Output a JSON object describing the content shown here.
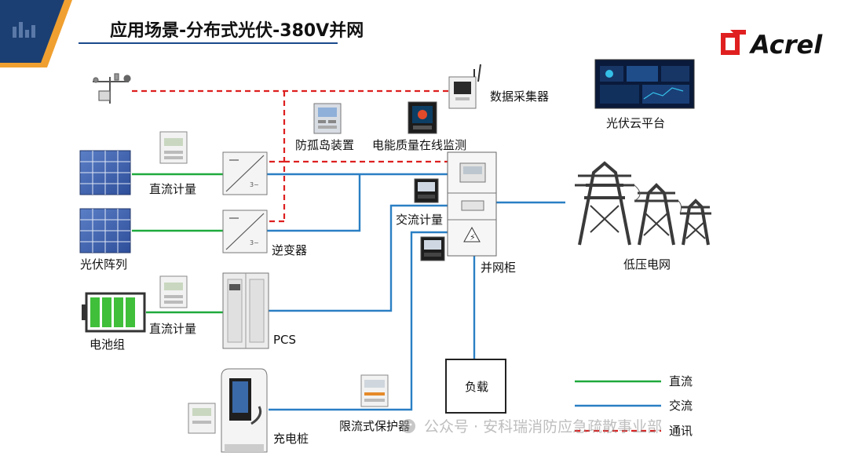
{
  "header": {
    "title": "应用场景-分布式光伏-380V并网",
    "brand_name": "Acrel"
  },
  "nodes": {
    "weather_station": "",
    "data_collector": "数据采集器",
    "cloud_platform": "光伏云平台",
    "anti_islanding": "防孤岛装置",
    "power_quality": "电能质量在线监测",
    "dc_meter_1": "直流计量",
    "dc_meter_2": "直流计量",
    "pv_array": "光伏阵列",
    "inverter": "逆变器",
    "ac_meter": "交流计量",
    "grid_cabinet": "并网柜",
    "low_voltage_grid": "低压电网",
    "battery_pack": "电池组",
    "pcs": "PCS",
    "load": "负载",
    "current_limiting_protector": "限流式保护器",
    "charging_pile": "充电桩"
  },
  "legend": {
    "dc": "直流",
    "ac": "交流",
    "comm": "通讯"
  },
  "watermark": "公众号 · 安科瑞消防应急疏散事业部",
  "colors": {
    "dc_line": "#1faa3c",
    "ac_line": "#2a7fc4",
    "comm_line": "#dd1f1f",
    "title_underline": "#1a4a8c",
    "brand_red": "#e02020",
    "corner_orange": "#f0a030",
    "corner_navy": "#1b3f72"
  }
}
